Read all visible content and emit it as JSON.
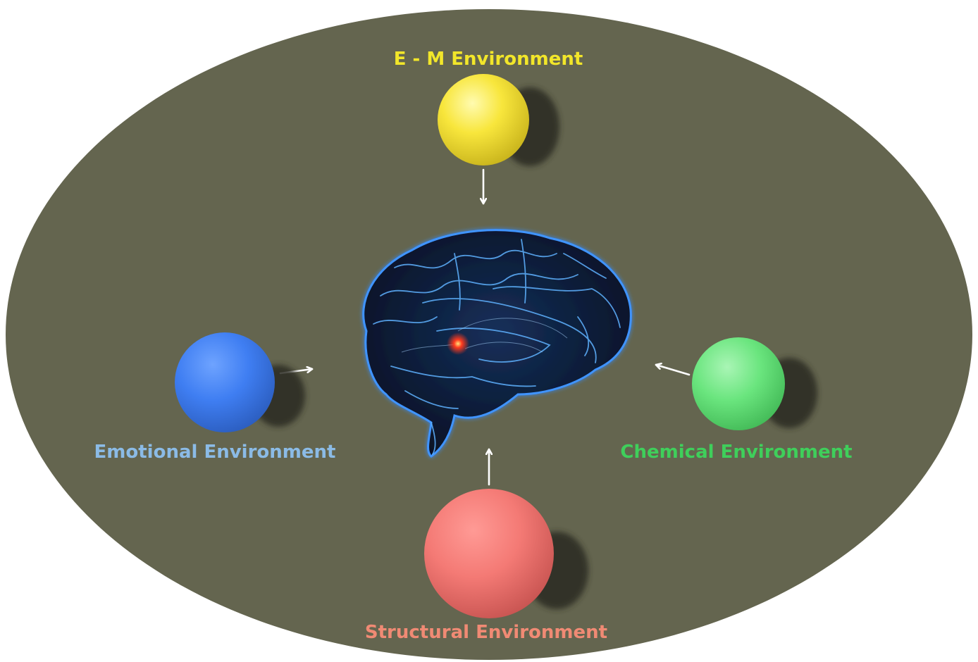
{
  "diagram": {
    "background_color": "#64654f",
    "center": {
      "icon": "brain-icon",
      "colors": {
        "fill": "#0b1a33",
        "glow": "#2f7fff",
        "vein": "#5fb2ff",
        "hotspot": "#ff3a1e"
      }
    },
    "nodes": [
      {
        "id": "em",
        "label": "E - M Environment",
        "color": "#f8e63c",
        "label_color": "#f2e62a",
        "icon": "sphere-icon"
      },
      {
        "id": "emotional",
        "label": "Emotional Environment",
        "color": "#3f7ef2",
        "label_color": "#8bbbe6",
        "icon": "sphere-icon"
      },
      {
        "id": "chemical",
        "label": "Chemical Environment",
        "color": "#6ae57e",
        "label_color": "#3fcf5b",
        "icon": "sphere-icon"
      },
      {
        "id": "structural",
        "label": "Structural Environment",
        "color": "#f47a75",
        "label_color": "#f08a74",
        "icon": "sphere-icon"
      }
    ],
    "arrow_color": "#ffffff"
  }
}
